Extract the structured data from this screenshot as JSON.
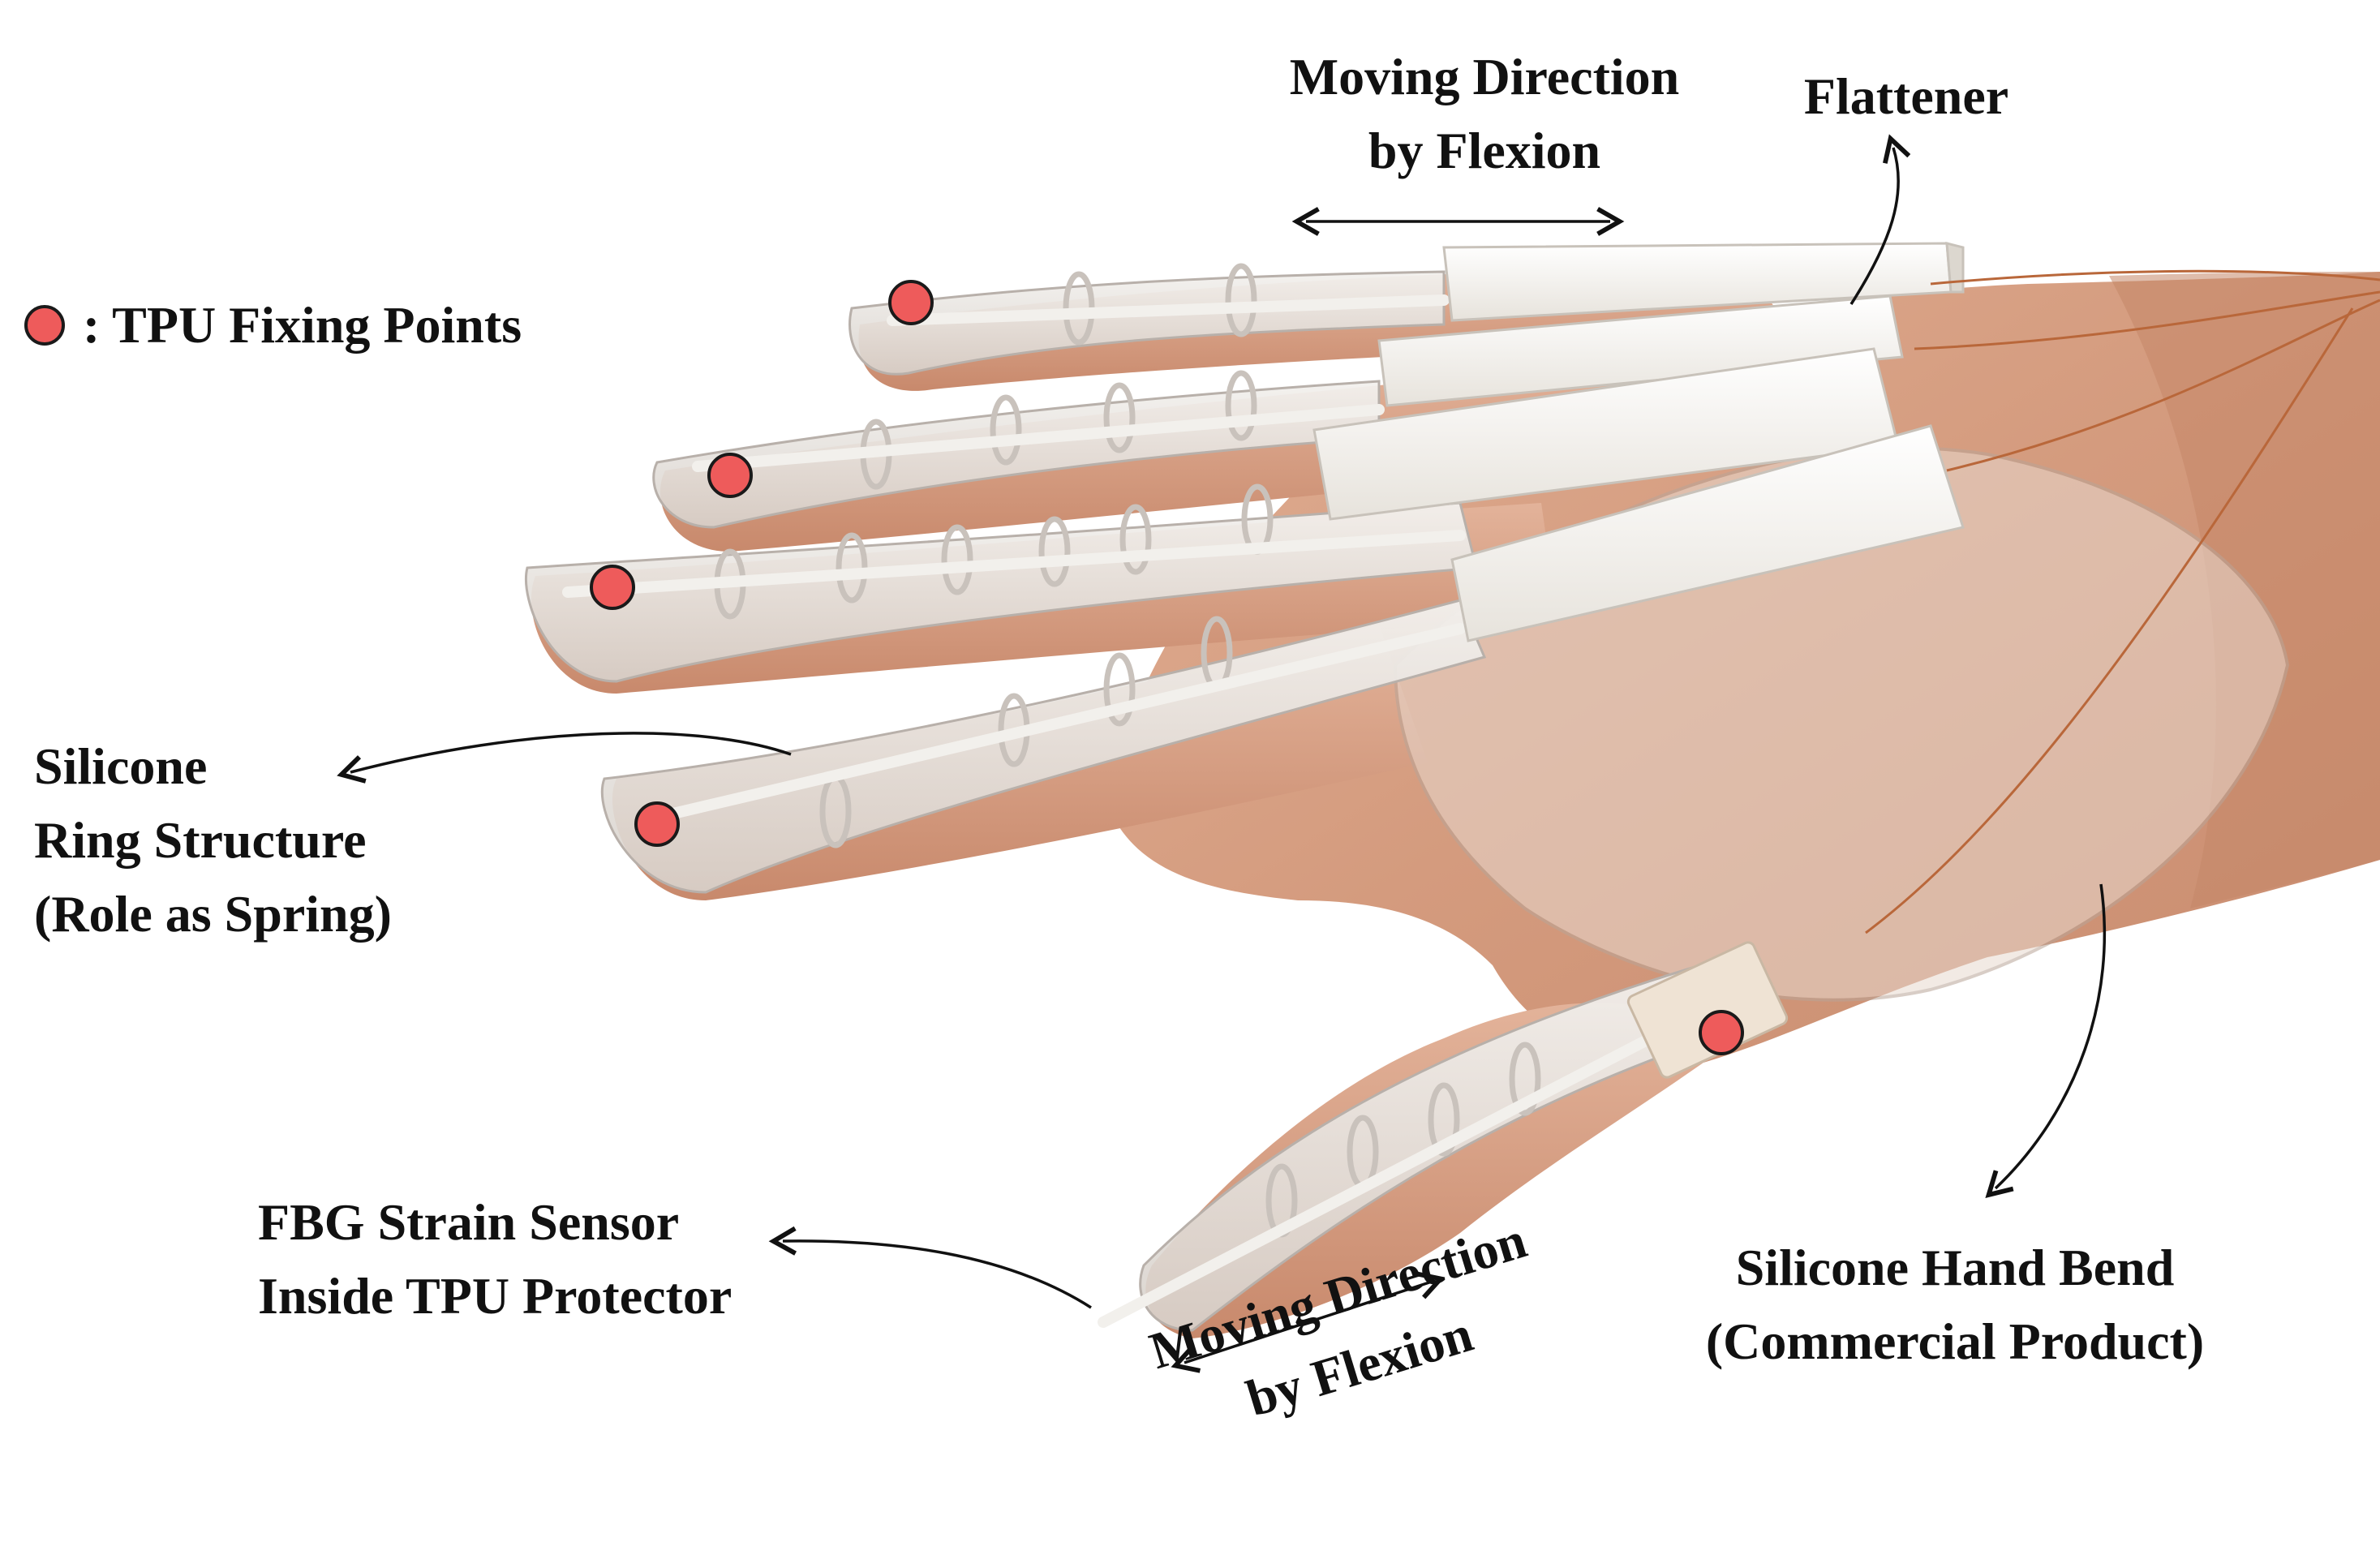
{
  "labels": {
    "moving_top": [
      "Moving Direction",
      "by Flexion"
    ],
    "flattener": "Flattener",
    "legend": ": TPU Fixing Points",
    "silicone_ring": [
      "Silicone",
      "Ring Structure",
      "(Role as Spring)"
    ],
    "fbg": [
      "FBG Strain Sensor",
      "Inside TPU Protector"
    ],
    "hand_bend": [
      "Silicone Hand Bend",
      "(Commercial Product)"
    ],
    "moving_bottom": [
      "Moving Direction",
      "by Flexion"
    ]
  },
  "colors": {
    "fixing_point": "#ee5b5b",
    "skin": "#d7a083",
    "silicone": "#e6e2de",
    "flattener": "#f8f6f1",
    "text": "#111111"
  }
}
